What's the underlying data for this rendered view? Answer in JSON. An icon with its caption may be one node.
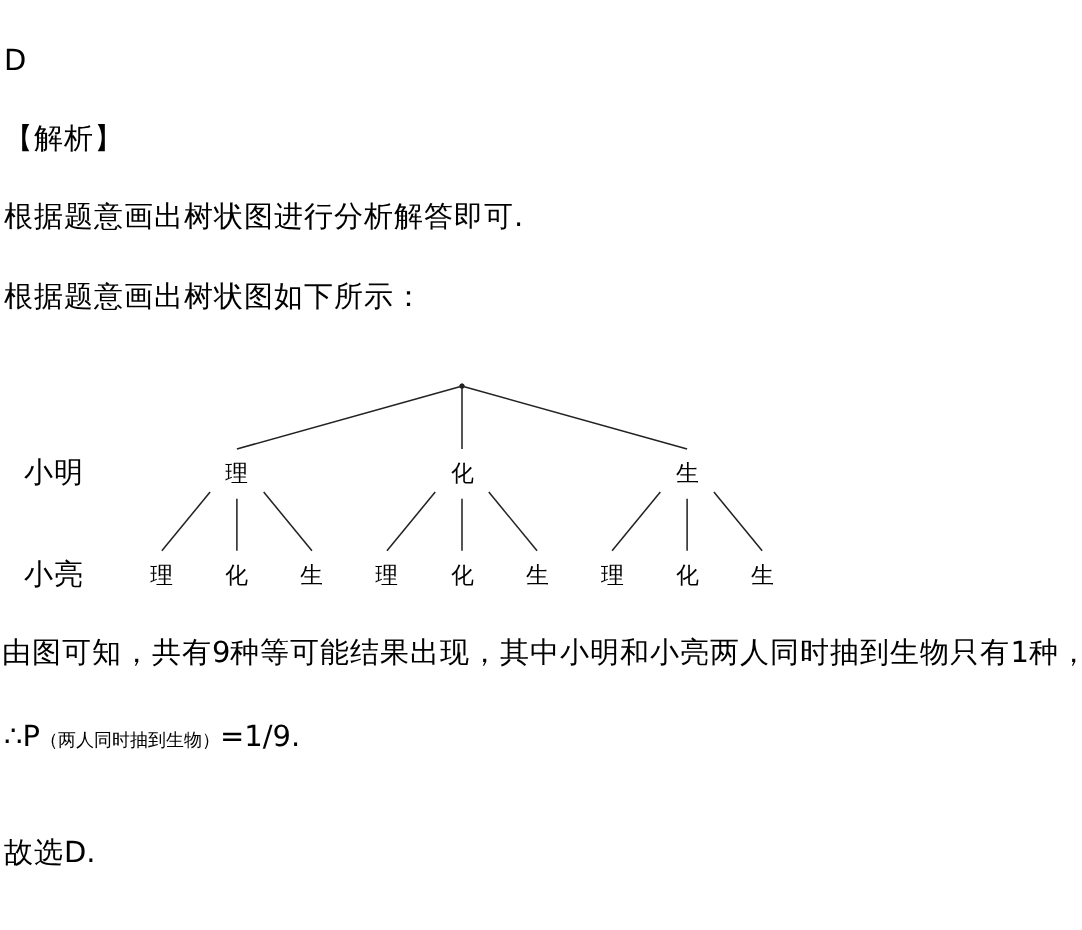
{
  "diagram": {
    "nodes": [
      {
        "text": [],
        "shape": "point"
      },
      {
        "text": [
          "理"
        ]
      },
      {
        "text": [
          "化"
        ]
      },
      {
        "text": [
          "生"
        ]
      },
      {
        "text": [
          "理"
        ]
      },
      {
        "text": [
          "化"
        ]
      },
      {
        "text": [
          "生"
        ]
      },
      {
        "text": [
          "理"
        ]
      },
      {
        "text": [
          "化"
        ]
      },
      {
        "text": [
          "生"
        ]
      },
      {
        "text": [
          "理"
        ]
      },
      {
        "text": [
          "化"
        ]
      },
      {
        "text": [
          "生"
        ]
      }
    ],
    "edges": [
      {
        "from": 0,
        "to": 1,
        "arrow": "none"
      },
      {
        "from": 0,
        "to": 2,
        "arrow": "none"
      },
      {
        "from": 0,
        "to": 3,
        "arrow": "none"
      },
      {
        "from": 1,
        "to": 4,
        "arrow": "none"
      },
      {
        "from": 1,
        "to": 5,
        "arrow": "none"
      },
      {
        "from": 1,
        "to": 6,
        "arrow": "none"
      },
      {
        "from": 2,
        "to": 7,
        "arrow": "none"
      },
      {
        "from": 2,
        "to": 8,
        "arrow": "none"
      },
      {
        "from": 2,
        "to": 9,
        "arrow": "none"
      },
      {
        "from": 3,
        "to": 10,
        "arrow": "none"
      },
      {
        "from": 3,
        "to": 11,
        "arrow": "none"
      },
      {
        "from": 3,
        "to": 12,
        "arrow": "none"
      }
    ],
    "labels": [
      "D",
      "【解析】",
      "根据题意画出树状图进行分析解答即可.",
      "根据题意画出树状图如下所示：",
      "小明",
      "小亮",
      "由图可知，共有9种等可能结果出现，其中小明和小亮两人同时抽到生物只有1种，",
      "∴P$_{（两人同时抽到生物）}$=1/9.",
      "故选D."
    ]
  }
}
